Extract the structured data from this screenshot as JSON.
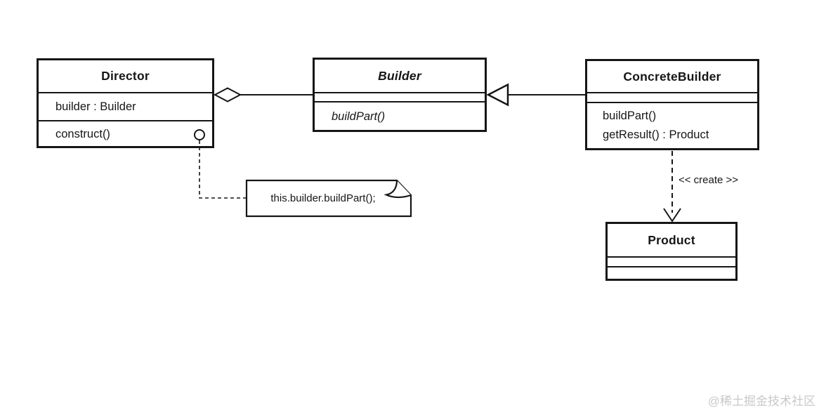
{
  "diagram": {
    "classes": {
      "director": {
        "name": "Director",
        "attributes": [
          "builder : Builder"
        ],
        "methods": [
          "construct()"
        ]
      },
      "builder": {
        "name": "Builder",
        "abstract": true,
        "attributes": [],
        "methods": [
          "buildPart()"
        ]
      },
      "concreteBuilder": {
        "name": "ConcreteBuilder",
        "attributes": [],
        "methods": [
          "buildPart()",
          "getResult() : Product"
        ]
      },
      "product": {
        "name": "Product",
        "attributes": [],
        "methods": []
      }
    },
    "relationships": [
      {
        "from": "Director",
        "to": "Builder",
        "type": "aggregation"
      },
      {
        "from": "ConcreteBuilder",
        "to": "Builder",
        "type": "generalization"
      },
      {
        "from": "ConcreteBuilder",
        "to": "Product",
        "type": "dependency",
        "stereotype": "<< create >>"
      },
      {
        "from": "Director.construct()",
        "to": "note",
        "type": "note-anchor"
      }
    ],
    "note": {
      "text": "this.builder.buildPart();"
    },
    "watermark": "@稀土掘金技术社区",
    "colors": {
      "line": "#161616",
      "background": "#ffffff",
      "watermark": "#c9c9c9"
    }
  }
}
